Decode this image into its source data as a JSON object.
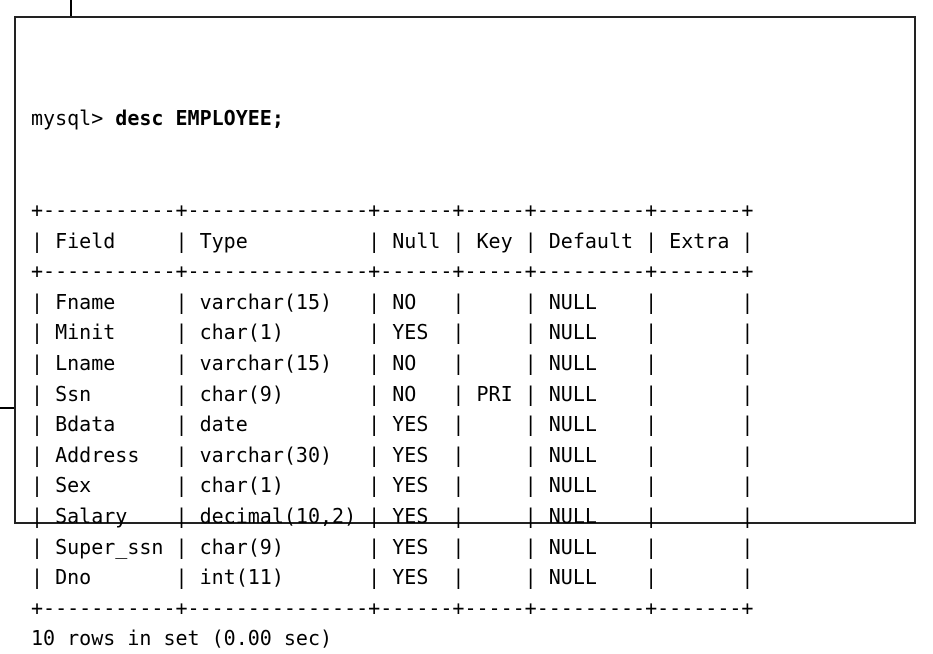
{
  "terminal": {
    "prompt": "mysql> ",
    "command": "desc EMPLOYEE;",
    "columns": [
      {
        "key": "field",
        "label": "Field"
      },
      {
        "key": "type",
        "label": "Type"
      },
      {
        "key": "null",
        "label": "Null"
      },
      {
        "key": "key",
        "label": "Key"
      },
      {
        "key": "default",
        "label": "Default"
      },
      {
        "key": "extra",
        "label": "Extra"
      }
    ],
    "rows": [
      {
        "field": "Fname",
        "type": "varchar(15)",
        "null": "NO",
        "key": "",
        "default": "NULL",
        "extra": ""
      },
      {
        "field": "Minit",
        "type": "char(1)",
        "null": "YES",
        "key": "",
        "default": "NULL",
        "extra": ""
      },
      {
        "field": "Lname",
        "type": "varchar(15)",
        "null": "NO",
        "key": "",
        "default": "NULL",
        "extra": ""
      },
      {
        "field": "Ssn",
        "type": "char(9)",
        "null": "NO",
        "key": "PRI",
        "default": "NULL",
        "extra": ""
      },
      {
        "field": "Bdata",
        "type": "date",
        "null": "YES",
        "key": "",
        "default": "NULL",
        "extra": ""
      },
      {
        "field": "Address",
        "type": "varchar(30)",
        "null": "YES",
        "key": "",
        "default": "NULL",
        "extra": ""
      },
      {
        "field": "Sex",
        "type": "char(1)",
        "null": "YES",
        "key": "",
        "default": "NULL",
        "extra": ""
      },
      {
        "field": "Salary",
        "type": "decimal(10,2)",
        "null": "YES",
        "key": "",
        "default": "NULL",
        "extra": ""
      },
      {
        "field": "Super_ssn",
        "type": "char(9)",
        "null": "YES",
        "key": "",
        "default": "NULL",
        "extra": ""
      },
      {
        "field": "Dno",
        "type": "int(11)",
        "null": "YES",
        "key": "",
        "default": "NULL",
        "extra": ""
      }
    ],
    "footer": "10 rows in set (0.00 sec)"
  }
}
